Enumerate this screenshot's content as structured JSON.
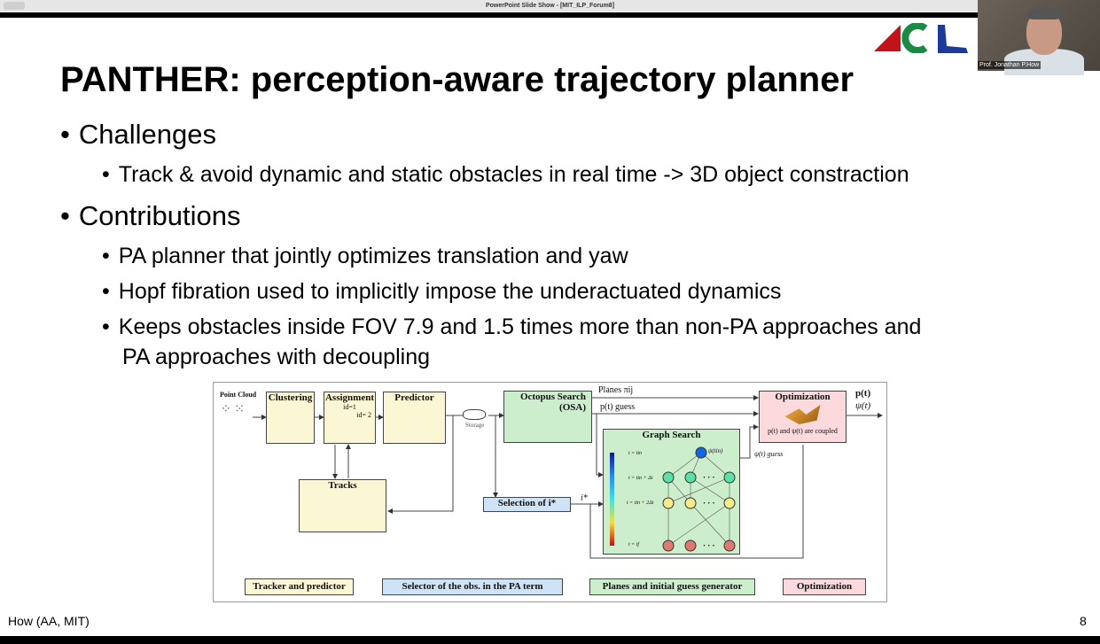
{
  "window": {
    "title": "PowerPoint Slide Show - [MIT_ILP_Forum8]"
  },
  "video": {
    "name_label": "Prof. Jonathan P.How"
  },
  "logo": {
    "text": "ACL"
  },
  "slide": {
    "title": "PANTHER: perception-aware trajectory planner",
    "bullets": [
      {
        "text": "Challenges",
        "sub": [
          "Track & avoid dynamic and static obstacles in real time -> 3D object constraction"
        ]
      },
      {
        "text": "Contributions",
        "sub": [
          "PA planner that jointly optimizes translation and yaw",
          "Hopf fibration used to implicitly impose the underactuated dynamics",
          "Keeps obstacles inside FOV 7.9 and 1.5 times more than non-PA approaches and",
          "PA approaches with decoupling"
        ]
      }
    ],
    "footer_left": "How (AA, MIT)",
    "page_number": "8"
  },
  "diagram": {
    "point_cloud": "Point Cloud",
    "clustering": "Clustering",
    "assignment": "Assignment",
    "id1": "id=1",
    "id2": "id= 2",
    "predictor": "Predictor",
    "storage": "Storage",
    "octopus": "Octopus Search",
    "osa": "(OSA)",
    "tracks": "Tracks",
    "selection": "Selection of i*",
    "istar": "i*",
    "planes": "Planes πij",
    "p_guess": "p(t) guess",
    "graph_search": "Graph Search",
    "psi_tin": "ψ(tin)",
    "psi_guess": "ψ(t) guess",
    "t_in": "t = tin",
    "t_1": "t = tin + Δt",
    "t_2": "t = tin + 2Δt",
    "t_f": "t = tf",
    "optimization": "Optimization",
    "coupled": "p(t) and ψ(t) are coupled",
    "out_p": "p(t)",
    "out_psi": "ψ(t)",
    "legend": [
      "Tracker and predictor",
      "Selector of the obs. in the PA term",
      "Planes and initial guess generator",
      "Optimization"
    ]
  }
}
